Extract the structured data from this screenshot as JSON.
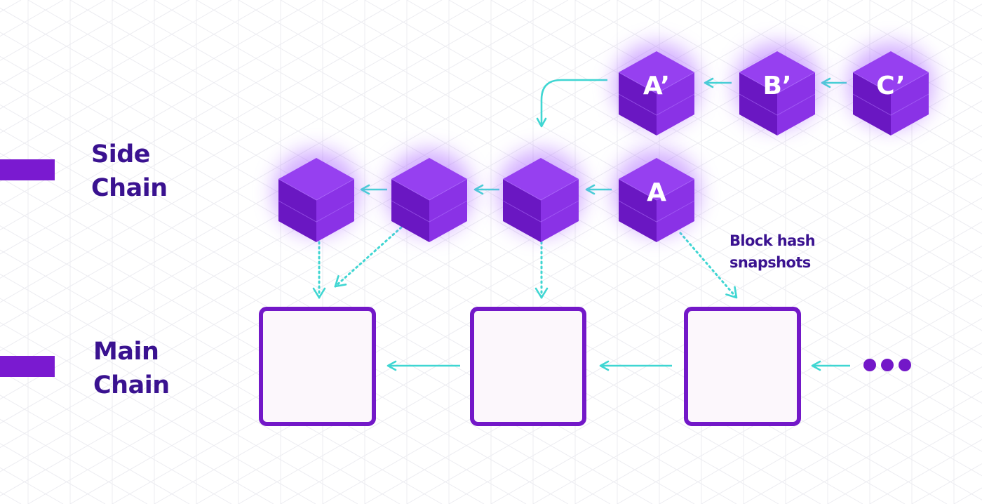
{
  "labels": {
    "side_chain": [
      "Side",
      "Chain"
    ],
    "main_chain": [
      "Main",
      "Chain"
    ],
    "snapshot": [
      "Block hash",
      "snapshots"
    ]
  },
  "side_chain_blocks": [
    "",
    "",
    "",
    "A"
  ],
  "fork_blocks": [
    "A’",
    "B’",
    "C’"
  ],
  "main_chain_blocks": 3,
  "main_chain_continuation": "more-blocks-dots",
  "colors": {
    "label_text": "#3a1290",
    "cube": "#7a22d6",
    "cube_glow": "#b070ff",
    "arrow": "#3fd6d2",
    "main_block_stroke": "#7318c8",
    "main_block_fill": "#fcf7fc",
    "grid": "#ececf1"
  }
}
